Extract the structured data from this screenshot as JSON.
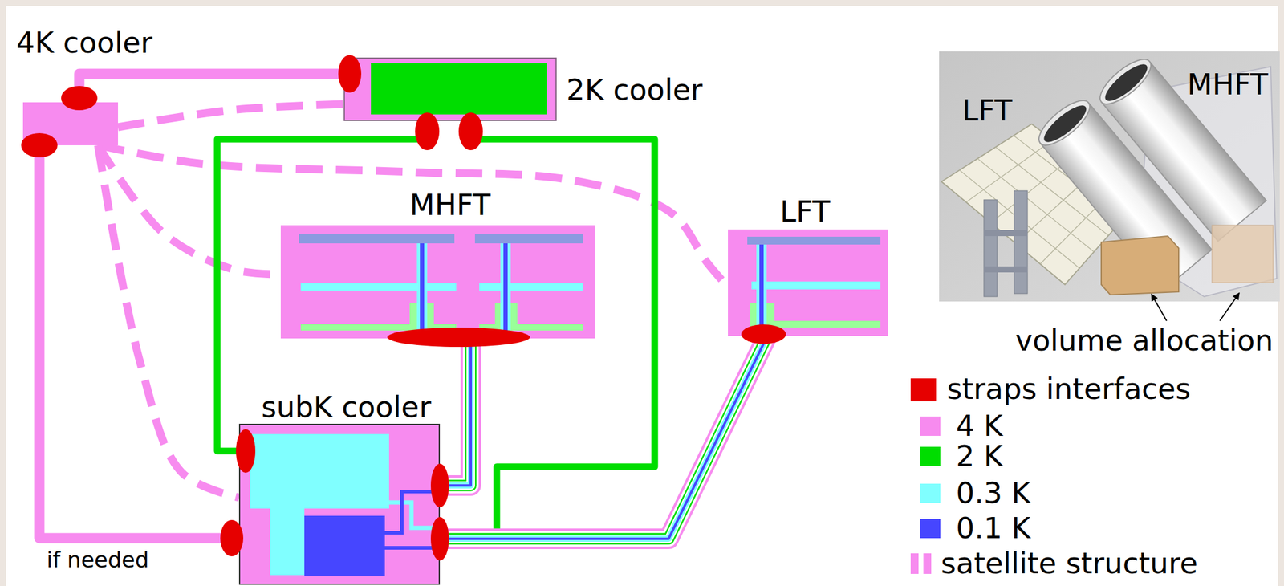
{
  "diagram": {
    "nodes": [
      {
        "text": [
          "4K cooler"
        ]
      },
      {
        "text": [
          "2K cooler"
        ]
      },
      {
        "text": [
          "MHFT"
        ]
      },
      {
        "text": [
          "LFT"
        ]
      },
      {
        "text": [
          "subK cooler"
        ]
      }
    ],
    "edges": [
      {
        "from": 0,
        "to": 1,
        "arrow": "none"
      },
      {
        "from": 0,
        "to": 1,
        "arrow": "none"
      },
      {
        "from": 0,
        "to": 2,
        "arrow": "none"
      },
      {
        "from": 0,
        "to": 3,
        "arrow": "none"
      },
      {
        "from": 0,
        "to": 4,
        "arrow": "none"
      },
      {
        "from": 0,
        "to": 4,
        "label": "if needed",
        "arrow": "none"
      },
      {
        "from": 1,
        "to": 4,
        "arrow": "none"
      },
      {
        "from": 1,
        "to": 3,
        "arrow": "none"
      },
      {
        "from": 4,
        "to": 2,
        "arrow": "none"
      },
      {
        "from": 4,
        "to": 3,
        "arrow": "none"
      }
    ],
    "labels": [
      "LFT",
      "MHFT",
      "volume allocation"
    ],
    "legend": [
      {
        "text": "straps interfaces",
        "color": "#e60000"
      },
      {
        "text": "4 K",
        "color": "#f78bef"
      },
      {
        "text": "2 K",
        "color": "#00dd00"
      },
      {
        "text": "0.3 K",
        "color": "#80ffff"
      },
      {
        "text": "0.1 K",
        "color": "#4646ff"
      },
      {
        "text": "satellite structure"
      }
    ]
  }
}
